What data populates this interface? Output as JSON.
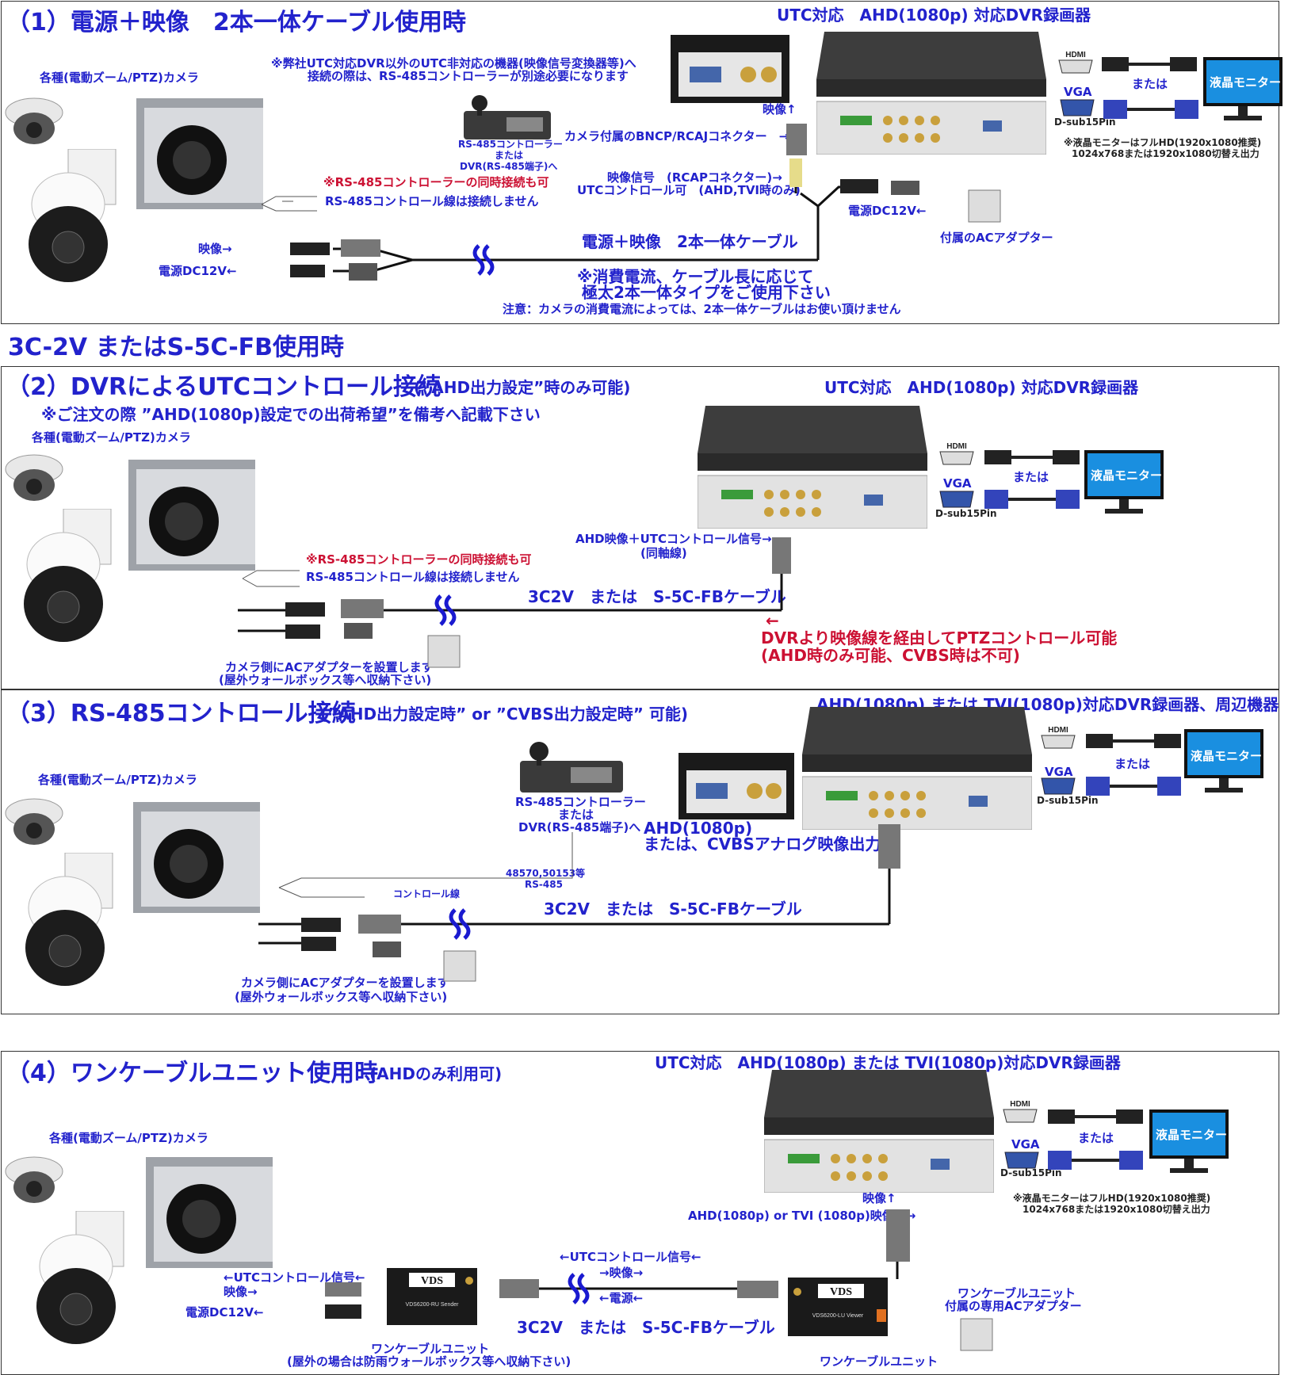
{
  "s1": {
    "title": "（1）電源＋映像　2本一体ケーブル使用時",
    "dvr_title": "UTC対応　AHD(1080p) 対応DVR録画器",
    "camera_label": "各種(電動ズーム/PTZ)カメラ",
    "note_other": "※弊社UTC対応DVR以外のUTC非対応の機器(映像信号変換器等)へ",
    "note_other2": "接続の際は、RS-485コントローラーが別途必要になります",
    "controller_label": "RS-485コントローラー",
    "controller_or": "または",
    "controller_dvr": "DVR(RS-485端子)へ",
    "sim_conn": "※RS-485コントローラーの同時接続も可",
    "rs485_not": "RS-485コントロール線は接続しません",
    "video_up": "映像↑",
    "bncp_label": "カメラ付属のBNCP/RCAJコネクター　→",
    "video_signal": "映像信号　(RCAPコネクター)→",
    "utc_control": "UTCコントロール可　(AHD,TVI時のみ)",
    "power_dc": "電源DC12V←",
    "ac_adapter": "付属のACアダプター",
    "video_left": "映像→",
    "power_left": "電源DC12V←",
    "cable_label": "電源＋映像　2本一体ケーブル",
    "note_thick1": "※消費電流、ケーブル長に応じて",
    "note_thick2": "極太2本一体タイプをご使用下さい",
    "caution": "注意：カメラの消費電流によっては、2本一体ケーブルはお使い頂けません",
    "hdmi": "HDMI",
    "vga": "VGA",
    "dsub": "D-sub15Pin",
    "or": "または",
    "monitor": "液晶モニター",
    "monitor_note1": "※液晶モニターはフルHD(1920x1080推奨)",
    "monitor_note2": "1024x768または1920x1080切替え出力"
  },
  "heading": "3C-2V またはS-5C-FB使用時",
  "s2": {
    "title": "（2）DVRによるUTCコントロール接続",
    "title_sub": "(”AHD出力設定”時のみ可能)",
    "dvr_title": "UTC対応　AHD(1080p) 対応DVR録画器",
    "note": "※ご注文の際 ”AHD(1080p)設定での出荷希望”を備考へ記載下さい",
    "camera_label": "各種(電動ズーム/PTZ)カメラ",
    "sim_conn": "※RS-485コントローラーの同時接続も可",
    "rs485_not": "RS-485コントロール線は接続しません",
    "ahd_signal": "AHD映像＋UTCコントロール信号→",
    "coax": "(同軸線)",
    "cable_label": "3C2V　または　S-5C-FBケーブル",
    "arrow_left": "←",
    "ptz_note1": "DVRより映像線を経由してPTZコントロール可能",
    "ptz_note2": "(AHD時のみ可能、CVBS時は不可)",
    "ac_note1": "カメラ側にACアダプターを設置します",
    "ac_note2": "(屋外ウォールボックス等へ収納下さい)",
    "hdmi": "HDMI",
    "vga": "VGA",
    "dsub": "D-sub15Pin",
    "or": "または",
    "monitor": "液晶モニター"
  },
  "s3": {
    "title": "（3）RS-485コントロール接続",
    "title_sub": "(”AHD出力設定時” or ”CVBS出力設定時” 可能)",
    "dvr_title": "AHD(1080p) または TVI(1080p)対応DVR録画器、周辺機器",
    "camera_label": "各種(電動ズーム/PTZ)カメラ",
    "controller_label": "RS-485コントローラー",
    "controller_or": "または",
    "controller_dvr": "DVR(RS-485端子)へ",
    "ahd_out1": "AHD(1080p)",
    "ahd_out2": "または、CVBSアナログ映像出力→",
    "protocol": "48570,50153等",
    "rs485": "RS-485",
    "control_line": "コントロール線",
    "cable_label": "3C2V　または　S-5C-FBケーブル",
    "ac_note1": "カメラ側にACアダプターを設置します",
    "ac_note2": "(屋外ウォールボックス等へ収納下さい)",
    "hdmi": "HDMI",
    "vga": "VGA",
    "dsub": "D-sub15Pin",
    "or": "または",
    "monitor": "液晶モニター"
  },
  "s4": {
    "title": "（4）ワンケーブルユニット使用時",
    "title_sub": "(AHDのみ利用可)",
    "dvr_title": "UTC対応　AHD(1080p) または TVI(1080p)対応DVR録画器",
    "camera_label": "各種(電動ズーム/PTZ)カメラ",
    "utc_signal_left": "←UTCコントロール信号←",
    "video_left": "映像→",
    "power_left": "電源DC12V←",
    "utc_signal_mid": "←UTCコントロール信号←",
    "video_mid": "→映像→",
    "power_mid": "←電源←",
    "cable_label": "3C2V　または　S-5C-FBケーブル",
    "unit_left1": "ワンケーブルユニット",
    "unit_left2": "(屋外の場合は防雨ウォールボックス等へ収納下さい)",
    "unit_right": "ワンケーブルユニット",
    "adapter1": "ワンケーブルユニット",
    "adapter2": "付属の専用ACアダプター",
    "video_up": "映像↑",
    "ahd_tvi": "AHD(1080p) or TVI (1080p)映像　→",
    "vds": "VDS",
    "vds_sender": "VDS6200-RU Sender",
    "vds_viewer": "VDS6200-LU Viewer",
    "hdmi": "HDMI",
    "vga": "VGA",
    "dsub": "D-sub15Pin",
    "or": "または",
    "monitor": "液晶モニター",
    "monitor_note1": "※液晶モニターはフルHD(1920x1080推奨)",
    "monitor_note2": "1024x768または1920x1080切替え出力"
  },
  "colors": {
    "blue": "#2222cc",
    "red": "#cc1133",
    "cable": "#111111"
  }
}
